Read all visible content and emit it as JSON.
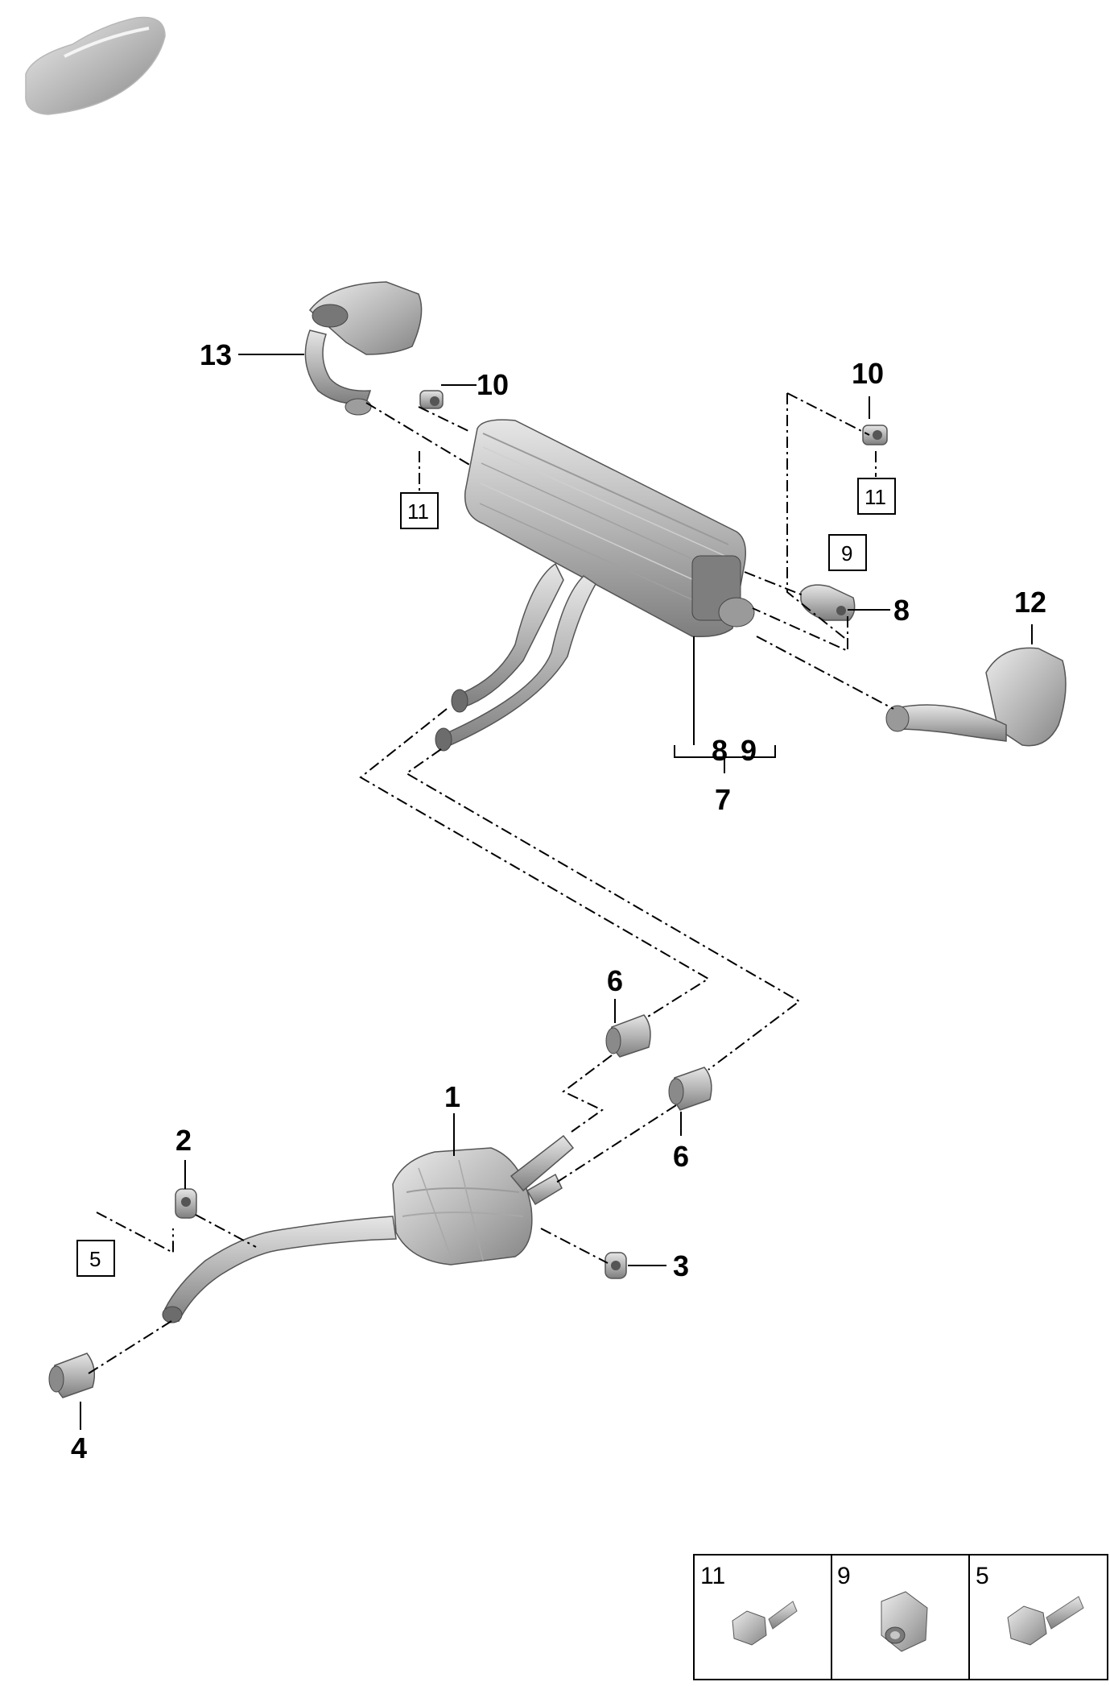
{
  "callouts": {
    "c1": "1",
    "c2": "2",
    "c3": "3",
    "c4": "4",
    "c6a": "6",
    "c6b": "6",
    "c7": "7",
    "c8": "8",
    "c8g": "8",
    "c9g": "9",
    "c10a": "10",
    "c10b": "10",
    "c12": "12",
    "c13": "13"
  },
  "boxed_refs": {
    "b5": "5",
    "b9": "9",
    "b11a": "11",
    "b11b": "11"
  },
  "legend": {
    "cells": [
      {
        "number": "11",
        "icon": "hex-bolt-icon"
      },
      {
        "number": "9",
        "icon": "hex-nut-icon"
      },
      {
        "number": "5",
        "icon": "flange-bolt-icon"
      }
    ]
  },
  "icons": {
    "vehicle": "car-silhouette-icon"
  },
  "colors": {
    "part_fill": "#b8b8b8",
    "part_dark": "#8c8c8c",
    "part_light": "#dcdcdc",
    "line": "#000000"
  }
}
